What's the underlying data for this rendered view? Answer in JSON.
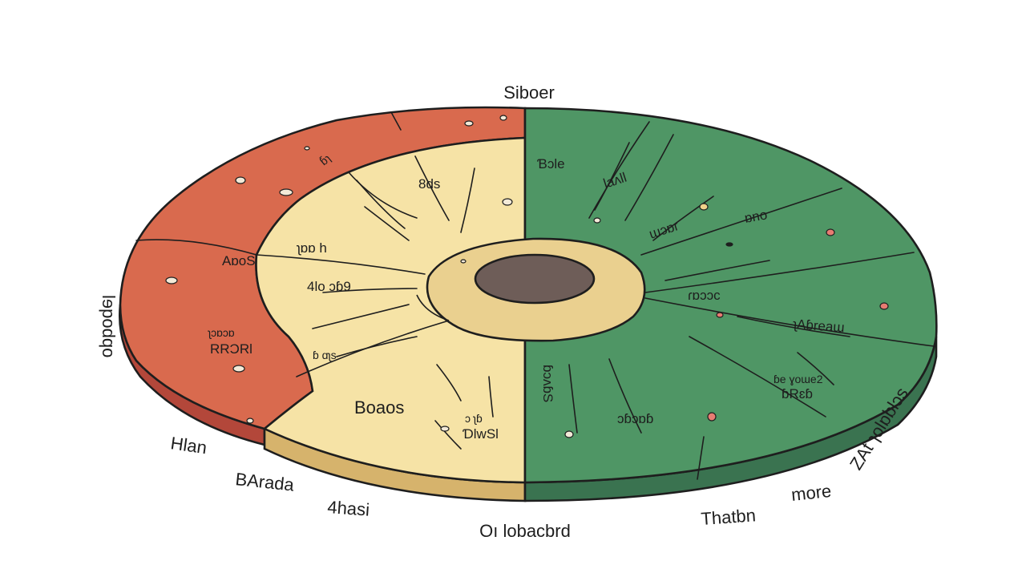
{
  "colors": {
    "red_region": "#d96a4e",
    "red_side": "#b3473a",
    "cream_region": "#f6e3a6",
    "cream_side": "#d6b36c",
    "green_region": "#4f9665",
    "green_side": "#3a7350",
    "center_rim": "#ead08f",
    "center_pit": "#6e5d58",
    "outline": "#1e1e1e"
  },
  "outer_labels": {
    "top": "Siboer",
    "left_vertical": "Ɩɘpodqo",
    "bottom_left_1": "Hlan",
    "bottom_left_2": "BArada",
    "bottom_left_3": "4hasi",
    "bottom_center": "Oı lobacbrd",
    "bottom_right_1": "Thatbn",
    "bottom_right_2": "more",
    "right_vertical": "ZAt ɿolɒblɔs"
  },
  "red_labels": {
    "r1": "ɓ̄ɿ",
    "r2": "AɒoS",
    "r3a": "ʅɔɒɔɒ",
    "r3b": "RRƆRl"
  },
  "cream_labels": {
    "c1": "8ds",
    "c2": "ʅɒɒ h",
    "c3": "4lo ɔɓ9",
    "c4": "ɓ ɑʅs",
    "c5": "Boaos",
    "c6a": "ɔ ʅɓ",
    "c6b": "ƊlwSl"
  },
  "green_labels": {
    "g1": "Ɓɔle",
    "g2": "laʌll",
    "g3": "ɯɔɒɾ",
    "g4": "ɒno",
    "g5": "ɾɒɔɔc",
    "g6": "ʅAɓreaɯ",
    "g7a": "ɓe ɣoɯe2",
    "g7b": "ɓRɛɓ",
    "g8": "ɔɓɔɒɓ",
    "g9": "ɓɔʌɓS"
  }
}
